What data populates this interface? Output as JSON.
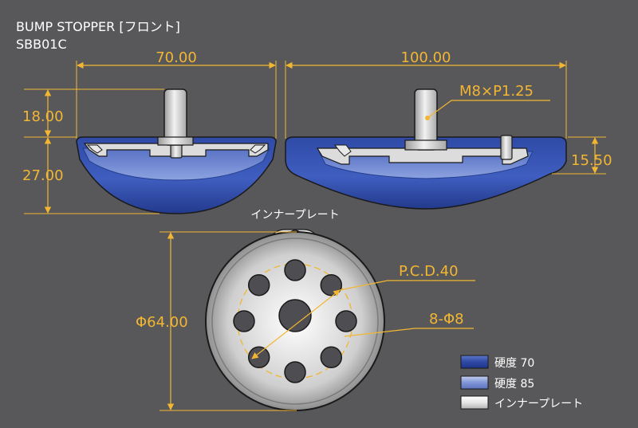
{
  "title": "BUMP STOPPER [フロント]",
  "subtitle": "SBB01C",
  "dimensions": {
    "front_width": "70.00",
    "rear_width": "100.00",
    "stud_height": "18.00",
    "body_height": "27.00",
    "rear_height": "15.50",
    "thread": "M8×P1.25",
    "diameter": "Φ64.00",
    "pcd": "P.C.D.40",
    "holes": "8-Φ8"
  },
  "labels": {
    "inner_plate": "インナープレート"
  },
  "legend": [
    {
      "label": "硬度 70",
      "color": "#3a54a8"
    },
    {
      "label": "硬度 85",
      "color": "#7f95d6"
    },
    {
      "label": "インナープレート",
      "color": "#e6e6e6"
    }
  ]
}
